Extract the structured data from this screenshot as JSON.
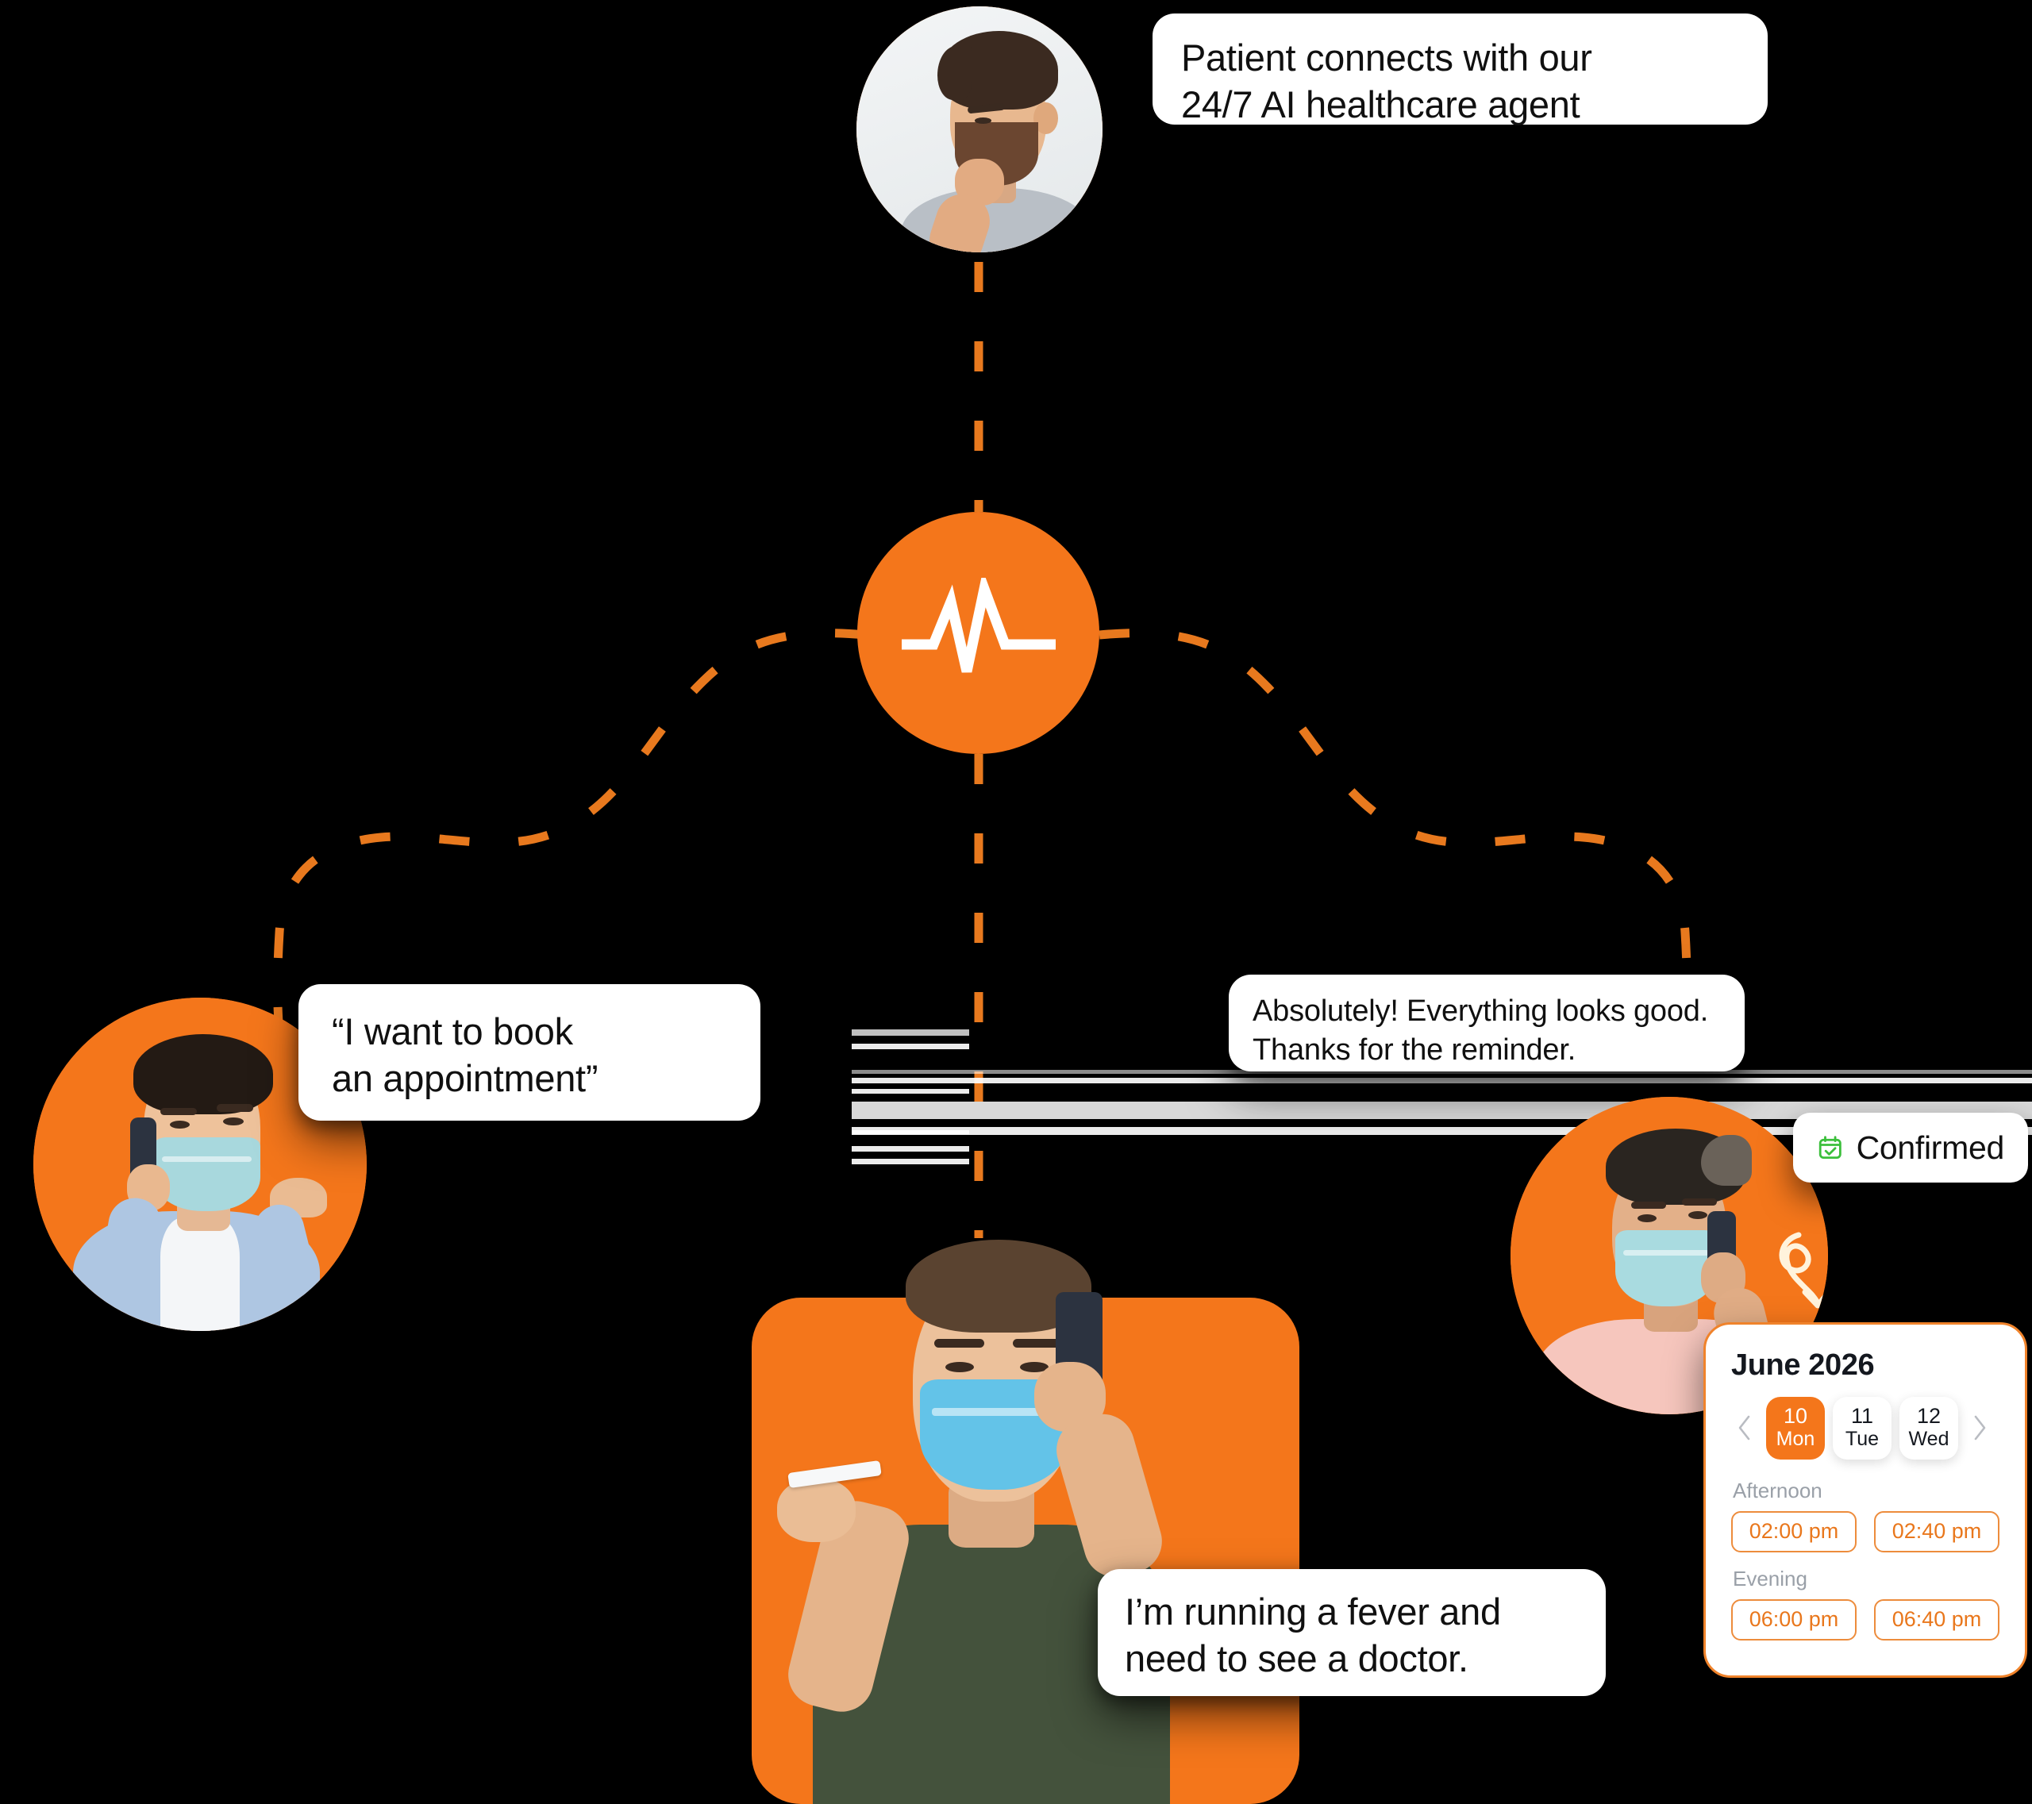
{
  "theme": {
    "accent_orange": "#F4761B",
    "accent_orange_dark": "#E8791E",
    "bubble_bg": "#FFFFFF",
    "text_dark": "#101010",
    "confirmed_green": "#3BBF3B",
    "slot_orange": "#E9771C",
    "muted_grey": "#9AA0A8",
    "background": "#000000"
  },
  "hub": {
    "icon_name": "heartbeat-pulse-icon",
    "label": "AI healthcare agent hub"
  },
  "bubbles": {
    "top": {
      "text": "Patient connects with our\n24/7 AI healthcare agent",
      "name": "bubble-patient-connects"
    },
    "left": {
      "text": "“I want to book\nan appointment”",
      "name": "bubble-book-appointment"
    },
    "right": {
      "text": "Absolutely! Everything looks good.\nThanks for the reminder.",
      "name": "bubble-everything-looks-good"
    },
    "bottom": {
      "text": "I’m running a fever and\nneed to see a doctor.",
      "name": "bubble-running-a-fever"
    }
  },
  "avatars": {
    "top": {
      "label": "Coughing bearded patient",
      "name": "avatar-coughing-patient"
    },
    "left": {
      "label": "Masked man on phone gesturing",
      "name": "avatar-masked-caller"
    },
    "right": {
      "label": "Masked man on phone in pink shirt",
      "name": "avatar-masked-confirming-patient"
    },
    "bottom": {
      "label": "Masked man with thermometer on phone",
      "name": "avatar-feverish-patient"
    }
  },
  "confirmed_badge": {
    "label": "Confirmed",
    "icon_name": "calendar-check-icon"
  },
  "calendar": {
    "title": "June 2026",
    "prev_label": "‹",
    "next_label": "›",
    "days": [
      {
        "num": "10",
        "label": "Mon",
        "active": true
      },
      {
        "num": "11",
        "label": "Tue",
        "active": false
      },
      {
        "num": "12",
        "label": "Wed",
        "active": false
      }
    ],
    "groups": [
      {
        "label": "Afternoon",
        "slots": [
          "02:00 pm",
          "02:40 pm"
        ]
      },
      {
        "label": "Evening",
        "slots": [
          "06:00 pm",
          "06:40 pm"
        ]
      }
    ]
  },
  "decorations": {
    "curly_arrow_name": "curly-loop-arrow-icon",
    "connector_style": "dashed-orange"
  }
}
